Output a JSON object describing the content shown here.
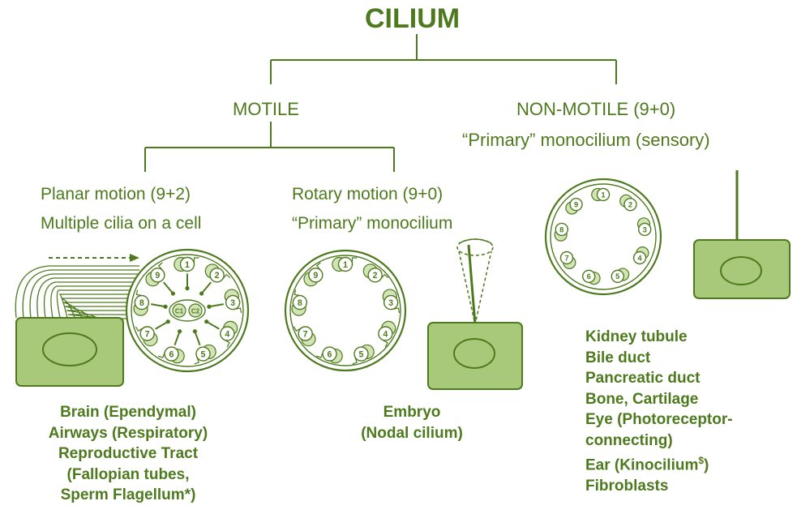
{
  "title": "CILIUM",
  "motile": {
    "label": "MOTILE",
    "planar": {
      "line1": "Planar motion (9+2)",
      "line2": "Multiple cilia on a cell",
      "locations": [
        "Brain (Ependymal)",
        "Airways (Respiratory)",
        "Reproductive Tract",
        "(Fallopian tubes,",
        "Sperm Flagellum*)"
      ]
    },
    "rotary": {
      "line1": "Rotary motion (9+0)",
      "line2": "“Primary” monocilium",
      "locations": [
        "Embryo",
        "(Nodal cilium)"
      ]
    }
  },
  "nonmotile": {
    "label": "NON-MOTILE (9+0)",
    "sub": "“Primary” monocilium (sensory)",
    "locations": [
      "Kidney tubule",
      "Bile duct",
      "Pancreatic duct",
      "Bone, Cartilage",
      "Eye (Photoreceptor-",
      "connecting)"
    ],
    "ear_text": "Ear (Kinocilium",
    "ear_sup": "$",
    "ear_close": ")",
    "last": "Fibroblasts"
  },
  "doublet_numbers": [
    "1",
    "2",
    "3",
    "4",
    "5",
    "6",
    "7",
    "8",
    "9"
  ],
  "central_pair": [
    "C1",
    "C2"
  ],
  "colors": {
    "line": "#4e7a1e",
    "fill": "#a9c97a",
    "light": "#d2e3b6",
    "text": "#4e7a1e"
  }
}
